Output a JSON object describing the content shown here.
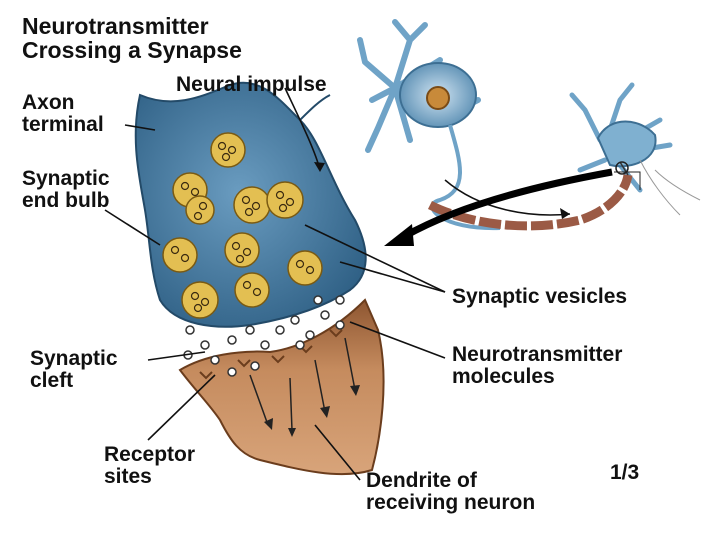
{
  "title": {
    "line1": "Neurotransmitter",
    "line2": "Crossing a Synapse"
  },
  "labels": {
    "neural_impulse": "Neural impulse",
    "axon_terminal": {
      "line1": "Axon",
      "line2": "terminal"
    },
    "synaptic_end_bulb": {
      "line1": "Synaptic",
      "line2": "end bulb"
    },
    "synaptic_vesicles": "Synaptic vesicles",
    "synaptic_cleft": {
      "line1": "Synaptic",
      "line2": "cleft"
    },
    "neurotransmitter_molecules": {
      "line1": "Neurotransmitter",
      "line2": "molecules"
    },
    "receptor_sites": {
      "line1": "Receptor",
      "line2": "sites"
    },
    "dendrite": {
      "line1": "Dendrite of",
      "line2": "receiving neuron"
    }
  },
  "page_number": "1/3",
  "colors": {
    "axon_bulb": "#4a7ea3",
    "neuron_body": "#6fa3c7",
    "nucleus": "#c88a3a",
    "vesicle": "#e3bf52",
    "dendrite": "#b97a4e",
    "myelin": "#9b5a45"
  }
}
